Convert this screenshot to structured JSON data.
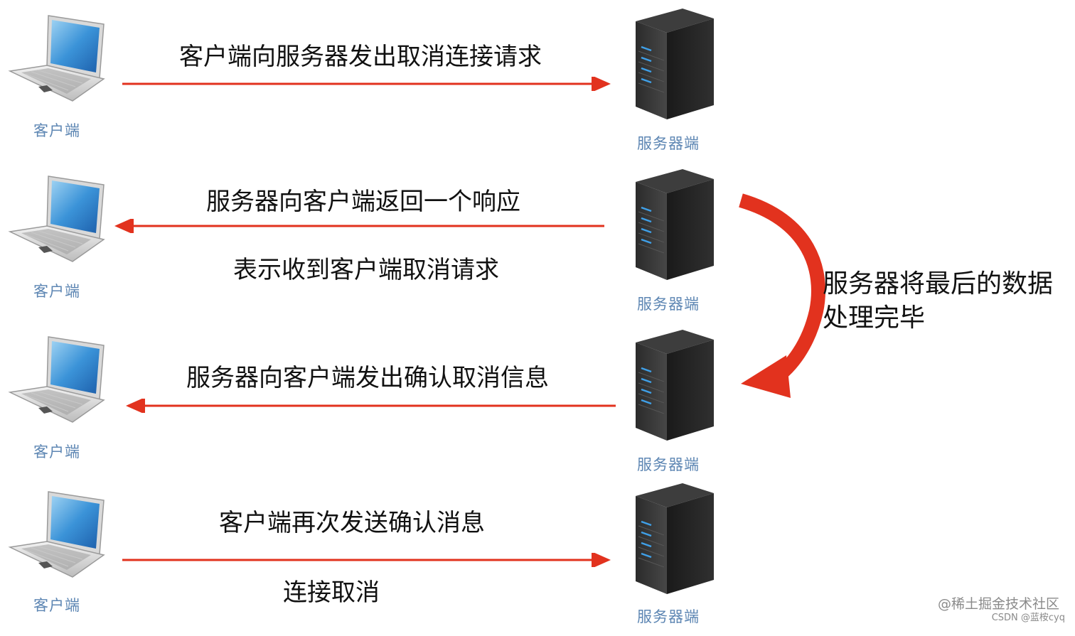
{
  "rows": [
    {
      "client_label": "客户端",
      "server_label": "服务器端",
      "message": "客户端向服务器发出取消连接请求",
      "sub_message": "",
      "direction": "right"
    },
    {
      "client_label": "客户端",
      "server_label": "服务器端",
      "message": "服务器向客户端返回一个响应",
      "sub_message": "表示收到客户端取消请求",
      "direction": "left"
    },
    {
      "client_label": "客户端",
      "server_label": "服务器端",
      "message": "服务器向客户端发出确认取消信息",
      "sub_message": "",
      "direction": "left"
    },
    {
      "client_label": "客户端",
      "server_label": "服务器端",
      "message": "客户端再次发送确认消息",
      "sub_message": "连接取消",
      "direction": "right"
    }
  ],
  "side_note": {
    "line1": "服务器将最后的数据",
    "line2": "处理完毕"
  },
  "colors": {
    "arrow": "#e2321e",
    "label": "#5d86b3"
  },
  "icons": {
    "client": "laptop-icon",
    "server": "server-tower-icon"
  },
  "watermark": {
    "line1": "@稀土掘金技术社区",
    "line2": "CSDN @蓝桉cyq"
  }
}
